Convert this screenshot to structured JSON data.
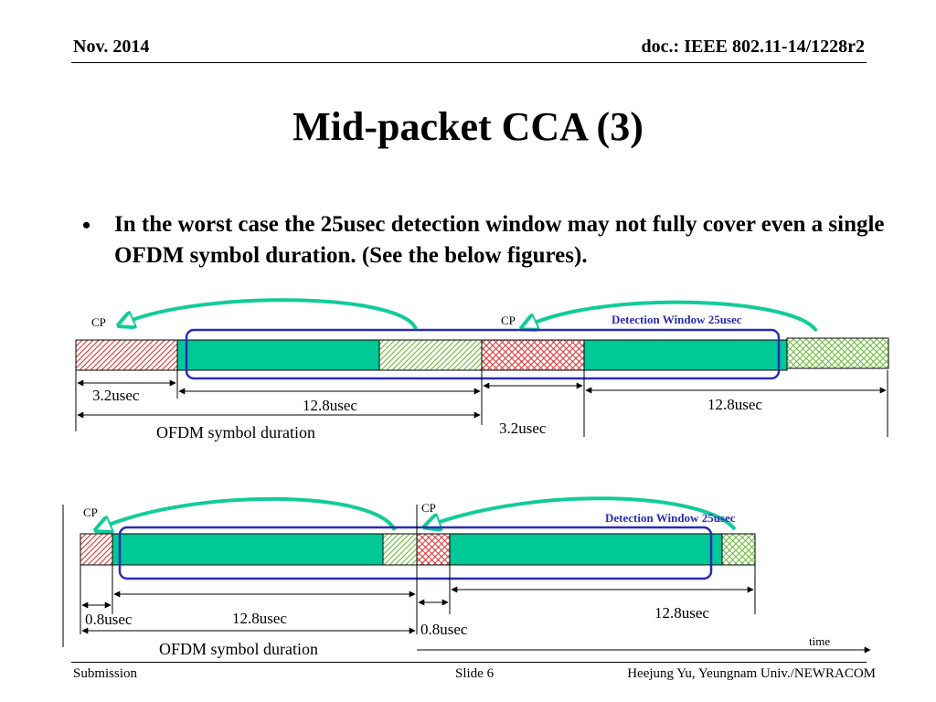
{
  "header": {
    "date": "Nov. 2014",
    "doc": "doc.: IEEE 802.11-14/1228r2"
  },
  "title": "Mid-packet CCA (3)",
  "bullet": {
    "marker": "•",
    "text": "In the worst case the 25usec detection window may not fully cover even a single OFDM symbol duration. (See the below figures)."
  },
  "figure1": {
    "cp_label_a": "CP",
    "cp_label_b": "CP",
    "window_label": "Detection Window 25usec",
    "cp_duration": "3.2usec",
    "data_duration_a": "12.8usec",
    "data_duration_b": "12.8usec",
    "cp_duration_b": "3.2usec",
    "symbol_label": "OFDM symbol duration"
  },
  "figure2": {
    "cp_label_a": "CP",
    "cp_label_b": "CP",
    "window_label": "Detection Window 25usec",
    "cp_duration_a": "0.8usec",
    "data_duration_a": "12.8usec",
    "cp_duration_b": "0.8usec",
    "data_duration_b": "12.8usec",
    "symbol_label": "OFDM symbol duration",
    "time_label": "time"
  },
  "footer": {
    "left": "Submission",
    "center": "Slide 6",
    "right": "Heejung Yu, Yeungnam Univ./NEWRACOM"
  },
  "colors": {
    "data_segment": "#00c896",
    "window_box": "#2b2bb4",
    "window_label": "#2b2bb4",
    "cp_hatch": "#e03030",
    "guard_hatch": "#66bb33",
    "arrow": "#11cc99"
  }
}
